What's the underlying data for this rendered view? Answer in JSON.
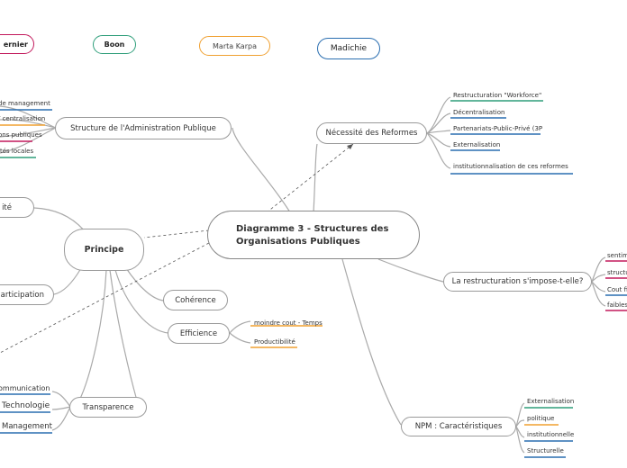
{
  "legend": [
    {
      "label": "ernier",
      "color": "#c2185b"
    },
    {
      "label": "Boon",
      "color": "#2e9e7a"
    },
    {
      "label": "Marta Karpa",
      "color": "#f0a030"
    },
    {
      "label": "Madichie",
      "color": "#2a6eb0"
    }
  ],
  "central": {
    "line1": "Diagramme 3 -  Structures des",
    "line2": "Organisations Publiques"
  },
  "nodes": {
    "structure": "Structure de l'Administration Publique",
    "necessite": "Nécessité des Reformes",
    "restructuration": "La restructuration s'impose-t-elle?",
    "npm": "NPM : Caractéristiques",
    "principe": "Principe",
    "coherence": "Cohérence",
    "efficience": "Efficience",
    "transparence": "Transparence",
    "ite": "ité",
    "participation": "articipation"
  },
  "structure_leaves": [
    "de management",
    "/ centralisation",
    "ons publiques",
    "ités locales"
  ],
  "necessite_leaves": [
    "Restructuration \"Workforce\"",
    "Décentralisation",
    "Partenariats-Public-Privé (3P",
    "Externalisation",
    "institutionnalisation de ces reformes"
  ],
  "restructuration_leaves": [
    "sentim",
    "structu",
    "Cout fi",
    "faibles"
  ],
  "npm_leaves": [
    "Externalisation",
    "politique",
    "institutionnelle",
    "Structurelle"
  ],
  "efficience_leaves": [
    "moindre cout - Temps",
    "Productibilité"
  ],
  "transparence_leaves": [
    "ommunication",
    "Technologie",
    "Management"
  ]
}
